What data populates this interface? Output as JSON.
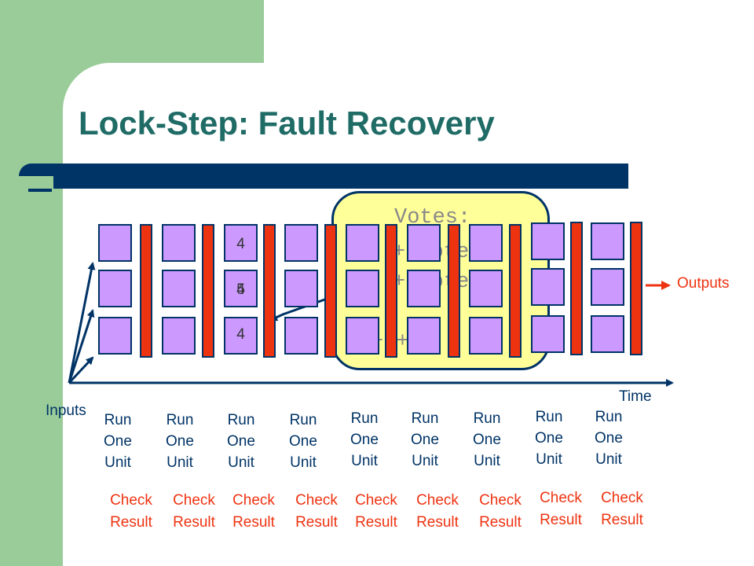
{
  "title": "Lock-Step: Fault Recovery",
  "votes_box": {
    "lines": [
      "Votes:",
      "+ Vote",
      "+ Vote",
      "+ +"
    ]
  },
  "faulty_step": {
    "top": "4",
    "middle_values": [
      "5",
      "4"
    ],
    "bottom": "4"
  },
  "labels": {
    "inputs": "Inputs",
    "outputs": "Outputs",
    "time": "Time"
  },
  "steps": [
    {
      "run": [
        "Run",
        "One",
        "Unit"
      ],
      "check": [
        "Check",
        "Result"
      ]
    },
    {
      "run": [
        "Run",
        "One",
        "Unit"
      ],
      "check": [
        "Check",
        "Result"
      ]
    },
    {
      "run": [
        "Run",
        "One",
        "Unit"
      ],
      "check": [
        "Check",
        "Result"
      ]
    },
    {
      "run": [
        "Run",
        "One",
        "Unit"
      ],
      "check": [
        "Check",
        "Result"
      ]
    },
    {
      "run": [
        "Run",
        "One",
        "Unit"
      ],
      "check": [
        "Check",
        "Result"
      ]
    },
    {
      "run": [
        "Run",
        "One",
        "Unit"
      ],
      "check": [
        "Check",
        "Result"
      ]
    },
    {
      "run": [
        "Run",
        "One",
        "Unit"
      ],
      "check": [
        "Check",
        "Result"
      ]
    },
    {
      "run": [
        "Run",
        "One",
        "Unit"
      ],
      "check": [
        "Check",
        "Result"
      ]
    },
    {
      "run": [
        "Run",
        "One",
        "Unit"
      ],
      "check": [
        "Check",
        "Result"
      ]
    }
  ],
  "colors": {
    "unit_fill": "#cc99ff",
    "checker_fill": "#ee3311",
    "title": "#1f6b66",
    "dark_blue": "#003366",
    "green_bg": "#99cc99",
    "votes_fill": "#ffff99"
  }
}
